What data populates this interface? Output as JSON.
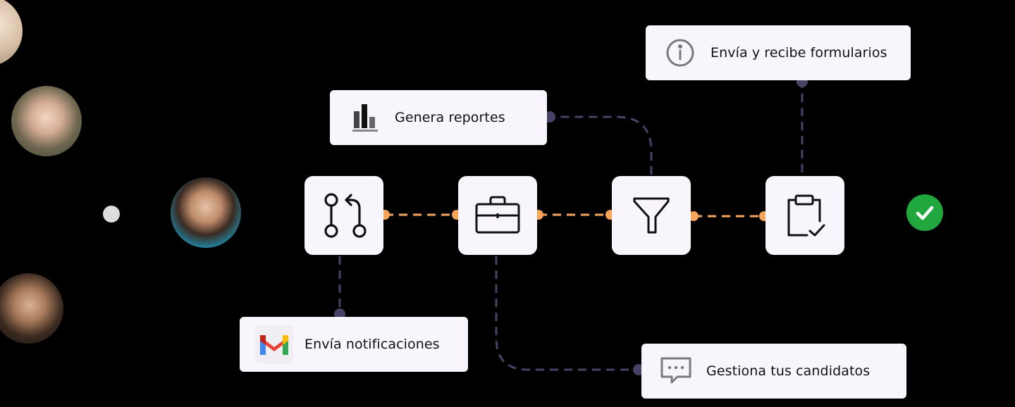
{
  "colors": {
    "background": "#000000",
    "card_bg": "#f8f5fc",
    "connector_main": "#f5a45a",
    "connector_side": "#4a4266",
    "check_green": "#20a83e",
    "start_dot": "#dcdcdc"
  },
  "flow": {
    "nodes": [
      {
        "id": "git",
        "icon": "git-pull-request-icon"
      },
      {
        "id": "briefcase",
        "icon": "briefcase-icon"
      },
      {
        "id": "filter",
        "icon": "filter-funnel-icon"
      },
      {
        "id": "clipboard",
        "icon": "clipboard-check-icon"
      }
    ],
    "end_icon": "check-circle-icon"
  },
  "cards": {
    "reports": {
      "label": "Genera reportes",
      "icon": "bar-chart-icon"
    },
    "forms": {
      "label": "Envía y recibe formularios",
      "icon": "info-circle-icon"
    },
    "notifications": {
      "label": "Envía notificaciones",
      "icon": "gmail-icon"
    },
    "candidates": {
      "label": "Gestiona tus candidatos",
      "icon": "chat-bubble-icon"
    }
  },
  "avatars": [
    {
      "id": "avatar-1"
    },
    {
      "id": "avatar-2"
    },
    {
      "id": "avatar-3"
    },
    {
      "id": "avatar-4"
    }
  ]
}
